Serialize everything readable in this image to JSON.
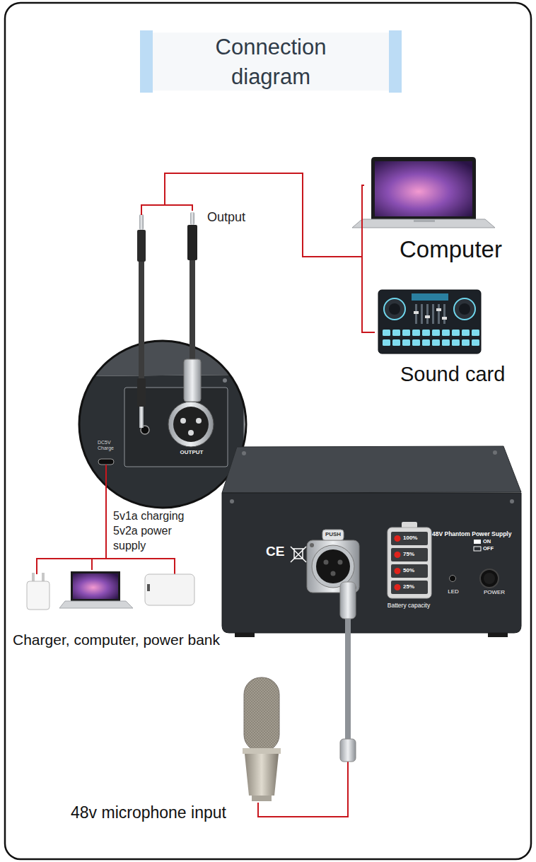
{
  "diagram": {
    "title": "Connection diagram",
    "nodes": [
      {
        "text": [
          "DC5V Charge",
          "OUTPUT"
        ]
      },
      {
        "text": [
          "Computer"
        ]
      },
      {
        "text": [
          "Sound card"
        ]
      },
      {
        "text": [
          "48V Phantom Power Supply",
          "LED",
          "POWER"
        ]
      },
      {
        "text": [
          "100%",
          "75%",
          "50%",
          "25%",
          "Battery capacity"
        ],
        "in": 3
      },
      {
        "text": [
          "Charger, computer, power bank"
        ]
      },
      {
        "text": [
          "48v microphone input"
        ]
      }
    ],
    "edges": [
      {
        "from": 0,
        "to": 1,
        "arrow": "none"
      },
      {
        "from": 0,
        "to": 2,
        "arrow": "none"
      },
      {
        "from": 5,
        "to": 0,
        "arrow": "none",
        "label": "5v1a charging 5v2a power supply"
      },
      {
        "from": 6,
        "to": 3,
        "arrow": "none"
      }
    ],
    "labels": [
      "Output",
      "PUSH",
      "CE",
      "ON",
      "OFF"
    ]
  }
}
